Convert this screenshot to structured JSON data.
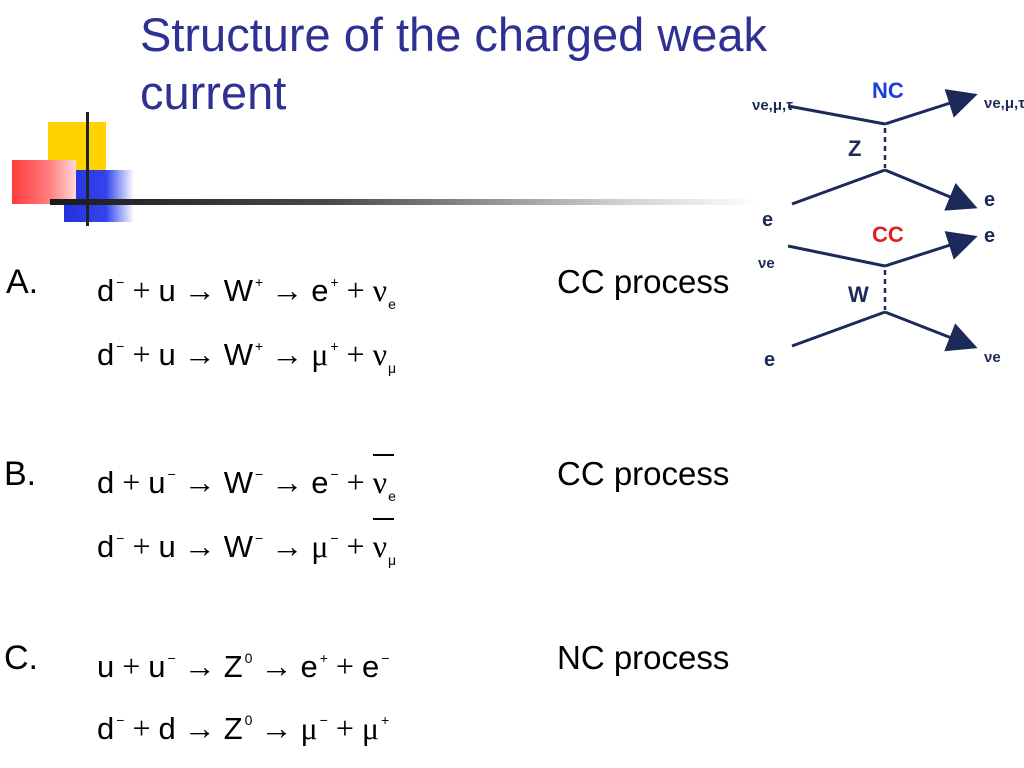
{
  "title": "Structure of the charged weak current",
  "reactions": [
    {
      "label": "A.",
      "process": "CC process",
      "lines": [
        {
          "a": "d",
          "a_sup": "−",
          "b": "u",
          "b_sup": "",
          "boson": "W",
          "boson_sup": "+",
          "p1": "e",
          "p1_sup": "+",
          "p2": "ν",
          "p2_sub": "e",
          "p2_bar": false
        },
        {
          "a": "d",
          "a_sup": "−",
          "b": "u",
          "b_sup": "",
          "boson": "W",
          "boson_sup": "+",
          "p1": "μ",
          "p1_sup": "+",
          "p2": "ν",
          "p2_sub": "μ",
          "p2_bar": false
        }
      ]
    },
    {
      "label": "B.",
      "process": "CC process",
      "lines": [
        {
          "a": "d",
          "a_sup": "",
          "b": "u",
          "b_sup": "−",
          "boson": "W",
          "boson_sup": "−",
          "p1": "e",
          "p1_sup": "−",
          "p2": "ν",
          "p2_sub": "e",
          "p2_bar": true
        },
        {
          "a": "d",
          "a_sup": "−",
          "b": "u",
          "b_sup": "",
          "boson": "W",
          "boson_sup": "−",
          "p1": "μ",
          "p1_sup": "−",
          "p2": "ν",
          "p2_sub": "μ",
          "p2_bar": true
        }
      ]
    },
    {
      "label": "C.",
      "process": "NC process",
      "lines": [
        {
          "a": "u",
          "a_sup": "",
          "b": "u",
          "b_sup": "−",
          "boson": "Z",
          "boson_sup": "0",
          "p1": "e",
          "p1_sup": "+",
          "p2": "e",
          "p2_sub": "",
          "p2_sup": "−",
          "p2_bar": false
        },
        {
          "a": "d",
          "a_sup": "−",
          "b": "d",
          "b_sup": "",
          "boson": "Z",
          "boson_sup": "0",
          "p1": "μ",
          "p1_sup": "−",
          "p2": "μ",
          "p2_sub": "",
          "p2_sup": "+",
          "p2_bar": false
        }
      ]
    }
  ],
  "symbols": {
    "plus": "+",
    "arrow": "→"
  },
  "diagram": {
    "nc_label": "NC",
    "cc_label": "CC",
    "z_label": "Z",
    "w_label": "W",
    "nc_in": "νe,μ,τ",
    "nc_out": "νe,μ,τ",
    "nc_lower_in": "e",
    "nc_lower_out": "e",
    "cc_in": "νe",
    "cc_out": "e",
    "cc_lower_in": "e",
    "cc_lower_out": "νe",
    "colors": {
      "nc": "#1a3fd6",
      "cc": "#e0201e",
      "lines": "#1c2a5a"
    }
  },
  "colors": {
    "title": "#2e3192"
  }
}
